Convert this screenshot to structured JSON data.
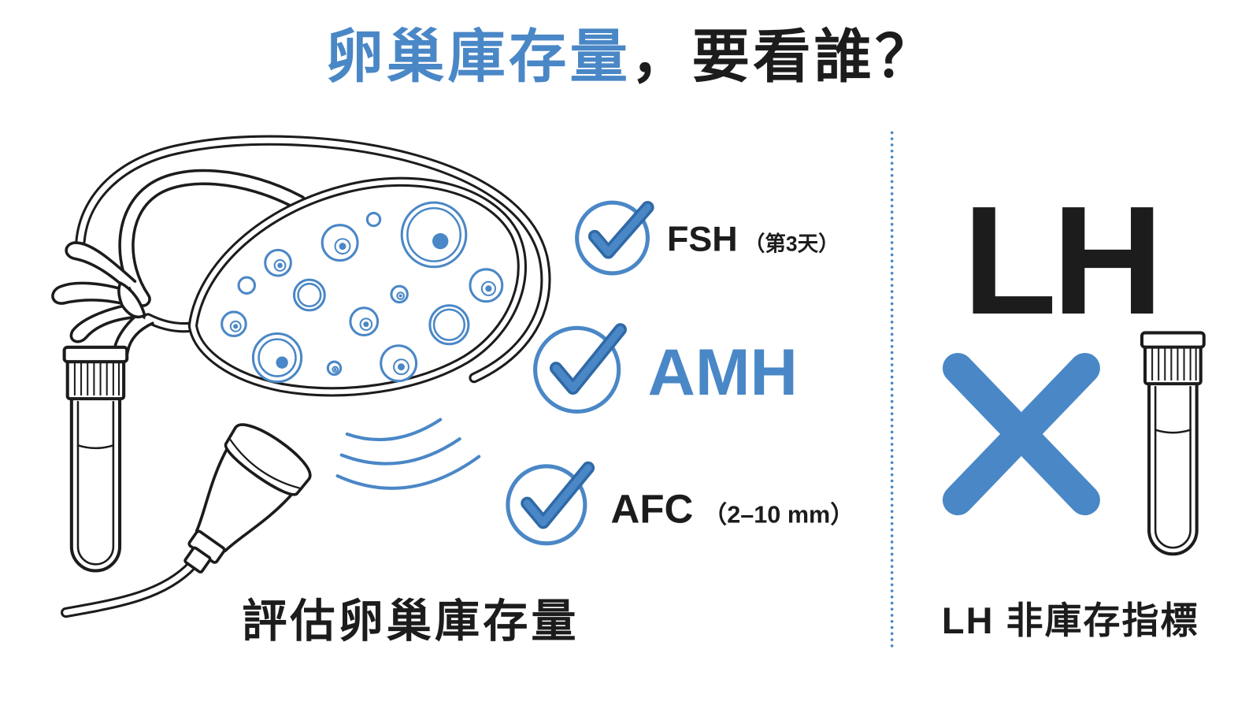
{
  "title": {
    "highlight": "卵巢庫存量",
    "rest": "，要看誰？"
  },
  "checklist": [
    {
      "label": "FSH",
      "note": "（第3天）",
      "icon": "check-circle-icon"
    },
    {
      "label": "AMH",
      "icon": "check-circle-icon"
    },
    {
      "label": "AFC",
      "note": "（2–10 mm）",
      "icon": "check-circle-icon"
    }
  ],
  "left_panel": {
    "caption": "評估卵巢庫存量",
    "icons": [
      "ovary-illustration",
      "follicle-icon",
      "ultrasound-probe-icon",
      "ultrasound-waves-icon",
      "test-tube-icon"
    ]
  },
  "right_panel": {
    "marker": "LH",
    "caption": "LH 非庫存指標",
    "icons": [
      "cross-icon",
      "test-tube-icon"
    ]
  },
  "colors": {
    "accent": "#4a87c6",
    "ink": "#1c1c1c",
    "background": "#ffffff"
  }
}
